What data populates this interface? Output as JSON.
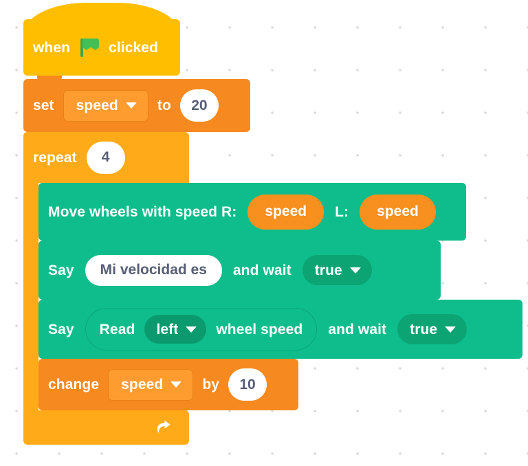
{
  "workspace": {
    "background_color": "#ffffff",
    "dot_color": "#d9d9d9"
  },
  "palette": {
    "events_hat": "#ffbf00",
    "variables": "#f6891f",
    "variable_reporter": "#f7901e",
    "control": "#ffab19",
    "custom_green": "#0fbd8c",
    "field_text": "#575e75"
  },
  "script": {
    "hat": {
      "prefix": "when",
      "icon": "green-flag-icon",
      "suffix": "clicked"
    },
    "set_block": {
      "label": "set",
      "variable": "speed",
      "to_label": "to",
      "value": "20"
    },
    "repeat_block": {
      "label": "repeat",
      "times": "4",
      "loop_icon": "loop-arrow-icon"
    },
    "move_wheels": {
      "label": "Move wheels with speed R:",
      "right_value": "speed",
      "left_label": "L:",
      "left_value": "speed"
    },
    "say_block_1": {
      "label": "Say",
      "message": "Mi velocidad es",
      "and_wait_label": "and wait",
      "wait_value": "true"
    },
    "say_block_2": {
      "label": "Say",
      "reporter_prefix": "Read",
      "reporter_side": "left",
      "reporter_suffix": "wheel speed",
      "and_wait_label": "and wait",
      "wait_value": "true"
    },
    "change_block": {
      "label": "change",
      "variable": "speed",
      "by_label": "by",
      "value": "10"
    }
  }
}
